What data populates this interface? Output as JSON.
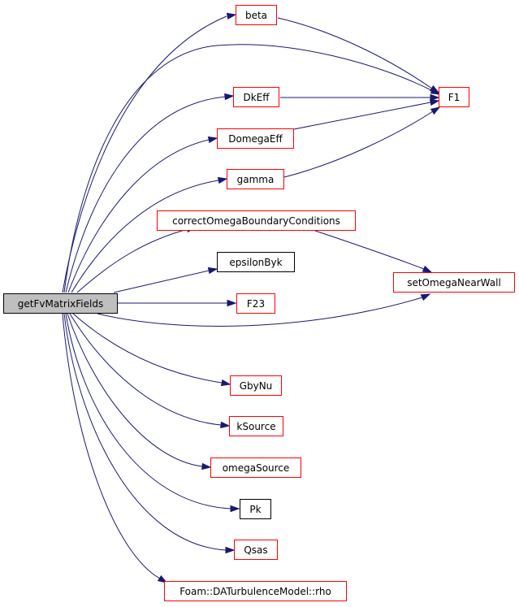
{
  "root": {
    "label": "getFvMatrixFields"
  },
  "nodes": {
    "beta": "beta",
    "F1": "F1",
    "DkEff": "DkEff",
    "DomegaEff": "DomegaEff",
    "gamma": "gamma",
    "correctOmegaBoundaryConditions": "correctOmegaBoundaryConditions",
    "setOmegaNearWall": "setOmegaNearWall",
    "epsilonByk": "epsilonByk",
    "F23": "F23",
    "GbyNu": "GbyNu",
    "kSource": "kSource",
    "omegaSource": "omegaSource",
    "Pk": "Pk",
    "Qsas": "Qsas",
    "rho": "Foam::DATurbulenceModel::rho"
  },
  "colors": {
    "edge": "#191970",
    "documented_border": "#ff0000",
    "undocumented_border": "#000000",
    "root_fill": "#bfbfbf"
  }
}
